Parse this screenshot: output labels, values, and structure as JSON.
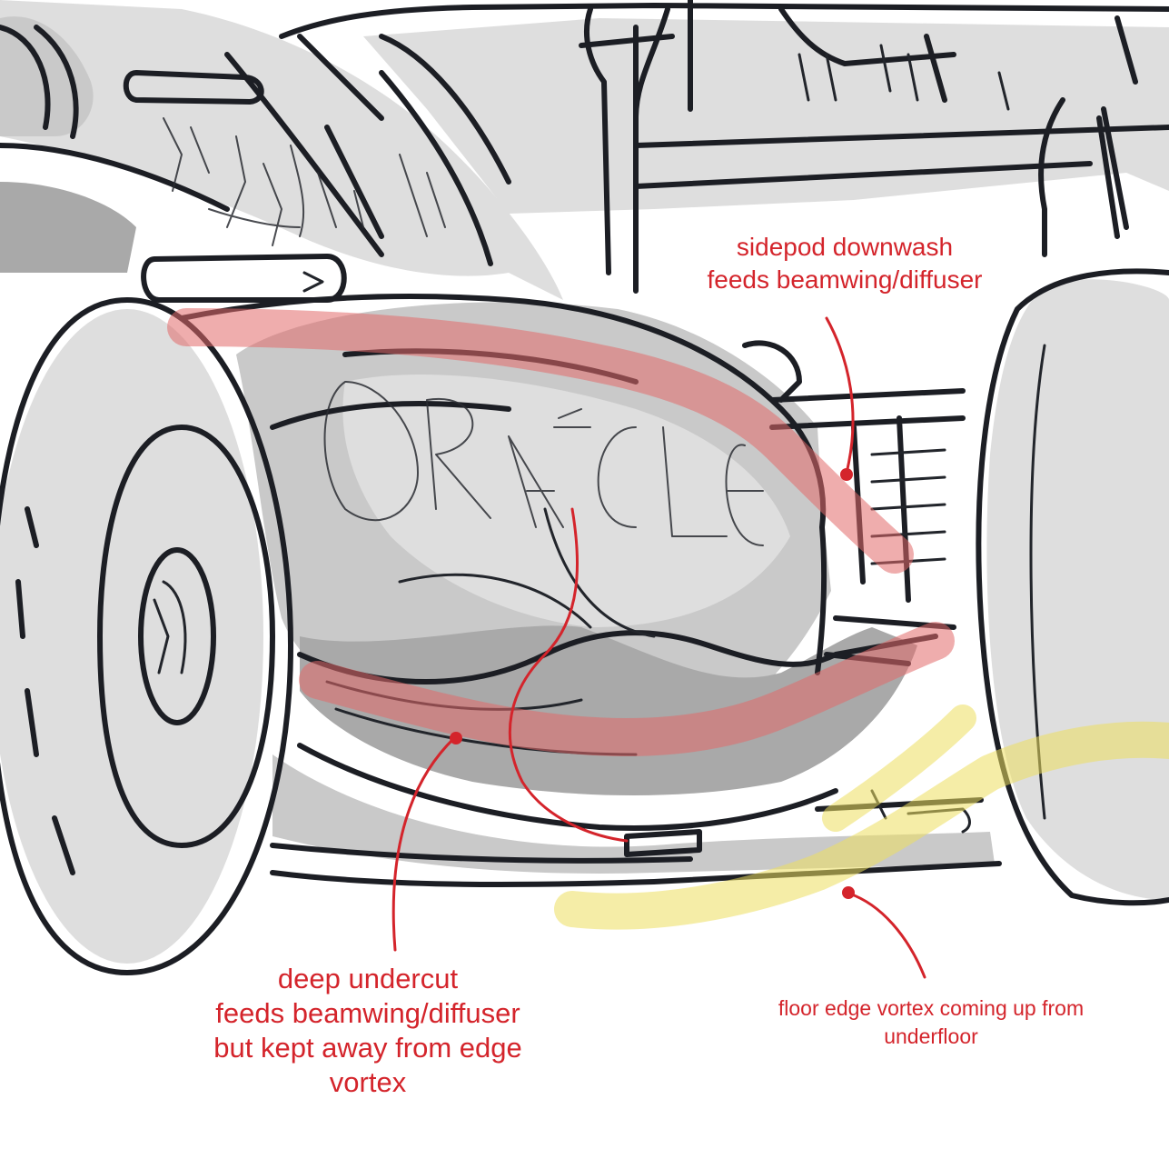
{
  "annotations": {
    "sidepod": {
      "lines": [
        "sidepod downwash",
        "feeds beamwing/diffuser"
      ],
      "color": "#d4242b"
    },
    "undercut": {
      "lines": [
        "deep undercut",
        "feeds beamwing/diffuser",
        "but kept away from edge",
        "vortex"
      ],
      "color": "#d4242b"
    },
    "floor_edge": {
      "lines": [
        "floor edge vortex coming up from",
        "underfloor"
      ],
      "color": "#d4242b"
    }
  },
  "drawing": {
    "livery_text": "ORACLE",
    "flow_colors": {
      "downwash": "#e26a6a",
      "edge_vortex": "#ecdf5e",
      "pointer": "#d4242b"
    }
  }
}
